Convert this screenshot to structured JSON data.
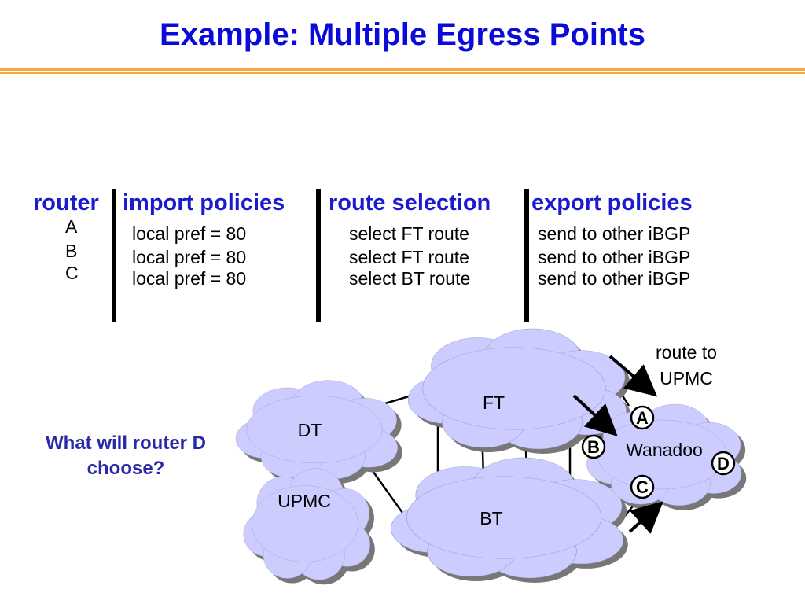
{
  "title": "Example: Multiple Egress Points",
  "table": {
    "headers": {
      "router": "router",
      "import": "import policies",
      "selection": "route selection",
      "export": "export policies"
    },
    "rows": [
      {
        "router": "A",
        "import": "local pref = 80",
        "selection": "select FT route",
        "export": "send to other iBGP"
      },
      {
        "router": "B",
        "import": "local pref = 80",
        "selection": "select FT route",
        "export": "send to other iBGP"
      },
      {
        "router": "C",
        "import": "local pref = 80",
        "selection": "select BT route",
        "export": "send to other iBGP"
      }
    ]
  },
  "question": "What will router D choose?",
  "diagram": {
    "clouds": {
      "ft": "FT",
      "dt": "DT",
      "upmc": "UPMC",
      "bt": "BT",
      "wanadoo": "Wanadoo"
    },
    "route_label_line1": "route to",
    "route_label_line2": "UPMC",
    "routers": {
      "a": "A",
      "b": "B",
      "c": "C",
      "d": "D"
    }
  },
  "colors": {
    "title": "#0b0bd9",
    "header": "#1a1ad0",
    "cloud_fill": "#ccccff",
    "cloud_shadow": "#777777",
    "rule": "#f2a93b"
  }
}
